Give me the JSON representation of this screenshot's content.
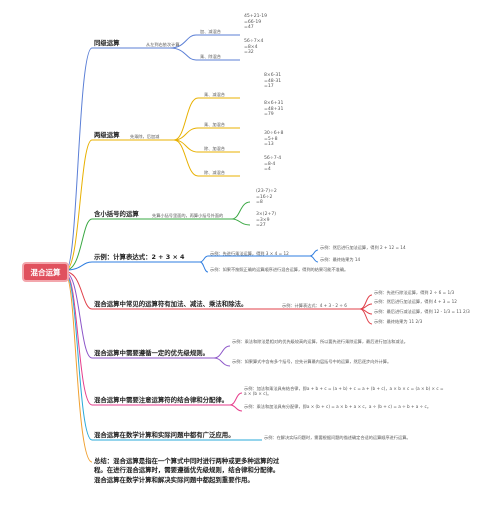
{
  "root": "混合运算",
  "branches": [
    {
      "title": "同级运算",
      "desc": "从左到右依次计算",
      "subs": [
        {
          "label": "加、减混合",
          "value": "45+21-19\n=66-19\n=47"
        },
        {
          "label": "乘、除混合",
          "value": "56÷7×4\n=8×4\n=32"
        }
      ]
    },
    {
      "title": "两级运算",
      "desc": "先乘除，后加减",
      "subs": [
        {
          "label": "乘、减混合",
          "value": "8×6-31\n=48-31\n=17"
        },
        {
          "label": "乘、加混合",
          "value": "8×6+31\n=48+31\n=79"
        },
        {
          "label": "除、加混合",
          "value": "30÷6+8\n=5+8\n=13"
        },
        {
          "label": "除、减混合",
          "value": "56÷7-4\n=8-4\n=4"
        }
      ]
    },
    {
      "title": "含小括号的运算",
      "desc": "先算小括号里面的，再算小括号外面的",
      "value1": "(23-7)÷2\n=16÷2\n=8",
      "value2": "3×(2+7)\n=3×9\n=27"
    },
    {
      "title": "示例：计算表达式：2 + 3 × 4",
      "items": [
        "示例：先进行乘法运算，得到 3 × 4 = 12",
        "示例：然后进行加法运算，得到 2 + 12 = 14",
        "示例：最终结果为 14",
        "示例：如果不按照正确的运算顺序进行混合运算，得到的结果可能不准确。"
      ]
    },
    {
      "title": "混合运算中常见的运算符有加法、减法、乘法和除法。",
      "sub": "示例：计算表达式：4 + 3 - 2 ÷ 6",
      "items": [
        "示例：先进行除法运算，得到 2 ÷ 6 = 1/3",
        "示例：然后进行加法运算，得到 4 + 3 = 12",
        "示例：最后进行减法运算，得到 12 - 1/3 = 11 2/3",
        "示例：最终结果为 11 2/3"
      ]
    },
    {
      "title": "混合运算中需要遵循一定的优先级规则。",
      "items": [
        "示例：乘法和除法是相对的优先级较高的运算，所以要先进行乘除运算，最后进行加法和减法。",
        "示例：如果算式中含有多个括号，应先计算最内层括号中的运算，然后逐步向外计算。"
      ]
    },
    {
      "title": "混合运算中需要注意运算符的结合律和分配律。",
      "items": [
        "示例：加法和乘法具有结合律，即a + b + c = (a + b) + c = a + (b + c)，a × b × c = (a × b) × c = a × (b × c)。",
        "示例：乘法和加法具有分配律，即a × (b + c) = a × b + a × c，a ÷ (b + c) = a ÷ b + a ÷ c。"
      ]
    },
    {
      "title": "混合运算在数学计算和实际问题中都有广泛应用。",
      "items": [
        "示例：在解决实际问题时，需要根据问题的描述确定合适的运算顺序进行运算。"
      ]
    },
    {
      "title": "总结：混合运算是指在一个算式中同时进行两种或更多种运算的过程。在进行混合运算时，需要遵循优先级规则，结合律和分配律。混合运算在数学计算和解决实际问题中都起到重要作用。"
    }
  ]
}
